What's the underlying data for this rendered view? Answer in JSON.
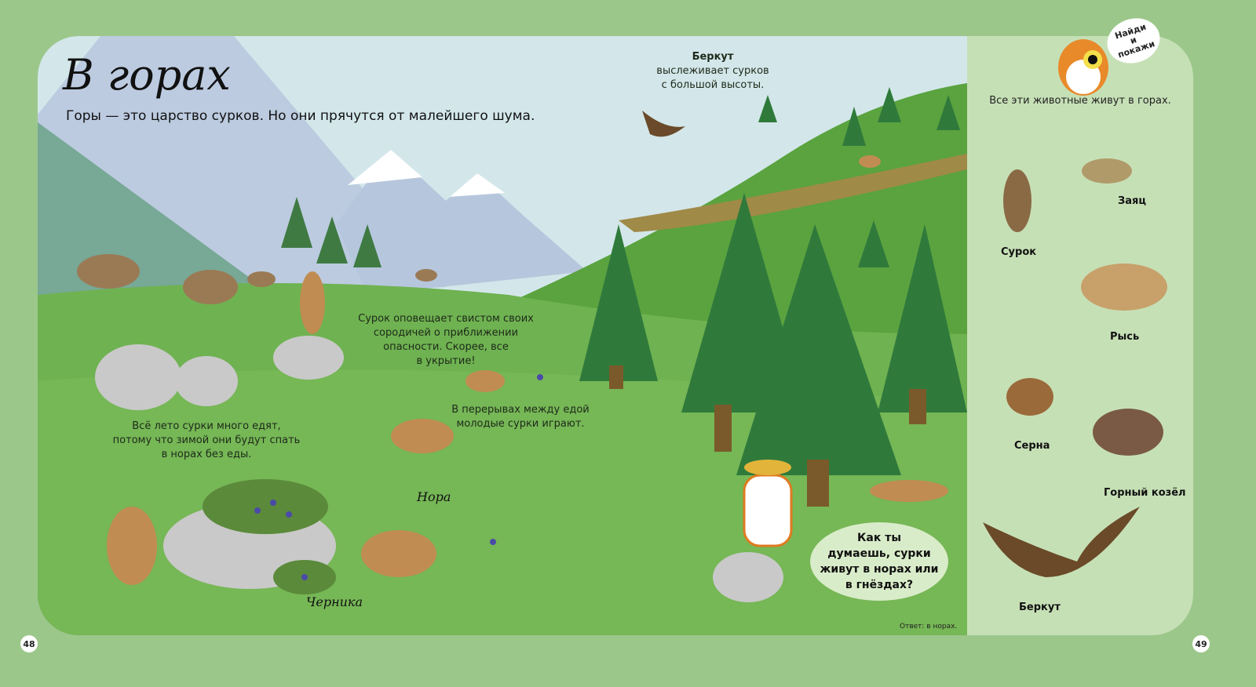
{
  "left_page": {
    "title": "В горах",
    "lead": "Горы — это царство сурков. Но они прячутся от малейшего шума.",
    "eagle_caption": {
      "title": "Беркут",
      "line1": "выслеживает сурков",
      "line2": "с большой высоты."
    },
    "whistle_caption": [
      "Сурок оповещает свистом своих",
      "сородичей о приближении",
      "опасности. Скорее, все",
      "в укрытие!"
    ],
    "play_caption": [
      "В перерывах между едой",
      "молодые сурки играют."
    ],
    "eat_caption": [
      "Всё лето сурки много едят,",
      "потому что зимой они будут спать",
      "в норах без еды."
    ],
    "label_burrow": "Нора",
    "label_blueberry": "Черника",
    "question": [
      "Как ты",
      "думаешь, сурки",
      "живут в норах или",
      "в гнёздах?"
    ],
    "answer": "Ответ: в норах.",
    "page_number": "48"
  },
  "right_page": {
    "badge": [
      "Найди",
      "и",
      "покажи"
    ],
    "intro": "Все эти животные живут в горах.",
    "animals": [
      "Сурок",
      "Заяц",
      "Рысь",
      "Серна",
      "Горный козёл",
      "Беркут"
    ],
    "page_number": "49"
  },
  "colors": {
    "background": "#9cc78b",
    "side_panel": "#c6e0b6",
    "grass": "#6fae4f",
    "sky": "#d3e7ea"
  }
}
